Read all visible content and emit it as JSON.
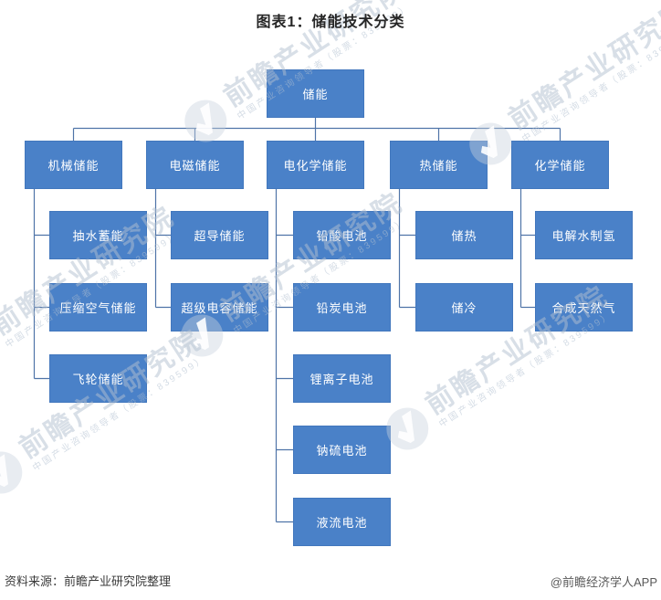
{
  "title": "图表1：储能技术分类",
  "tree": {
    "root": {
      "label": "储能"
    },
    "branches": [
      {
        "label": "机械储能",
        "children": [
          "抽水蓄能",
          "压缩空气储能",
          "飞轮储能"
        ]
      },
      {
        "label": "电磁储能",
        "children": [
          "超导储能",
          "超级电容储能"
        ]
      },
      {
        "label": "电化学储能",
        "children": [
          "铅酸电池",
          "铅炭电池",
          "锂离子电池",
          "钠硫电池",
          "液流电池"
        ]
      },
      {
        "label": "热储能",
        "children": [
          "储热",
          "储冷"
        ]
      },
      {
        "label": "化学储能",
        "children": [
          "电解水制氢",
          "合成天然气"
        ]
      }
    ]
  },
  "watermark": {
    "brand": "前瞻产业研究院",
    "subtext": "中国产业咨询领导者（股票：839599）"
  },
  "footer": {
    "source": "资料来源：前瞻产业研究院整理",
    "credit": "@前瞻经济学人APP"
  },
  "colors": {
    "box_fill": "#4a81c8",
    "box_text": "#ffffff",
    "connector": "#4f74a8",
    "watermark": "#b1bfcf"
  }
}
